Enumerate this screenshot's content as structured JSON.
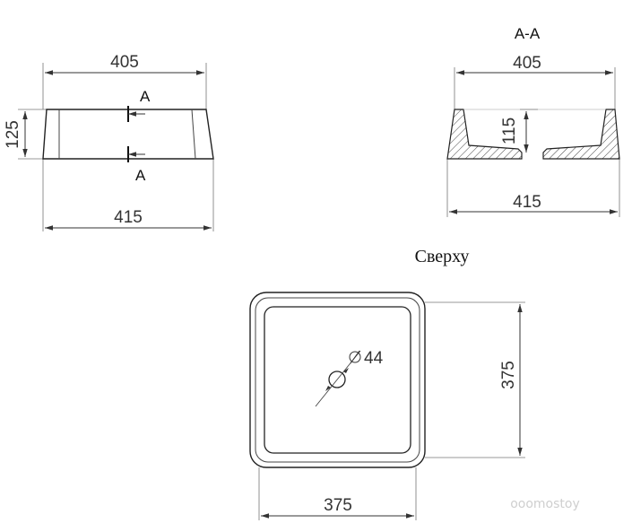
{
  "front_view": {
    "top_width": "405",
    "bottom_width": "415",
    "height": "125",
    "section_marker_top": "A",
    "section_marker_bottom": "A"
  },
  "section_view": {
    "title": "A-A",
    "top_width": "405",
    "bottom_width": "415",
    "depth": "115"
  },
  "top_view": {
    "title": "Сверху",
    "drain_diameter": "44",
    "width": "375",
    "depth": "375"
  },
  "watermark": "ooomostoy"
}
